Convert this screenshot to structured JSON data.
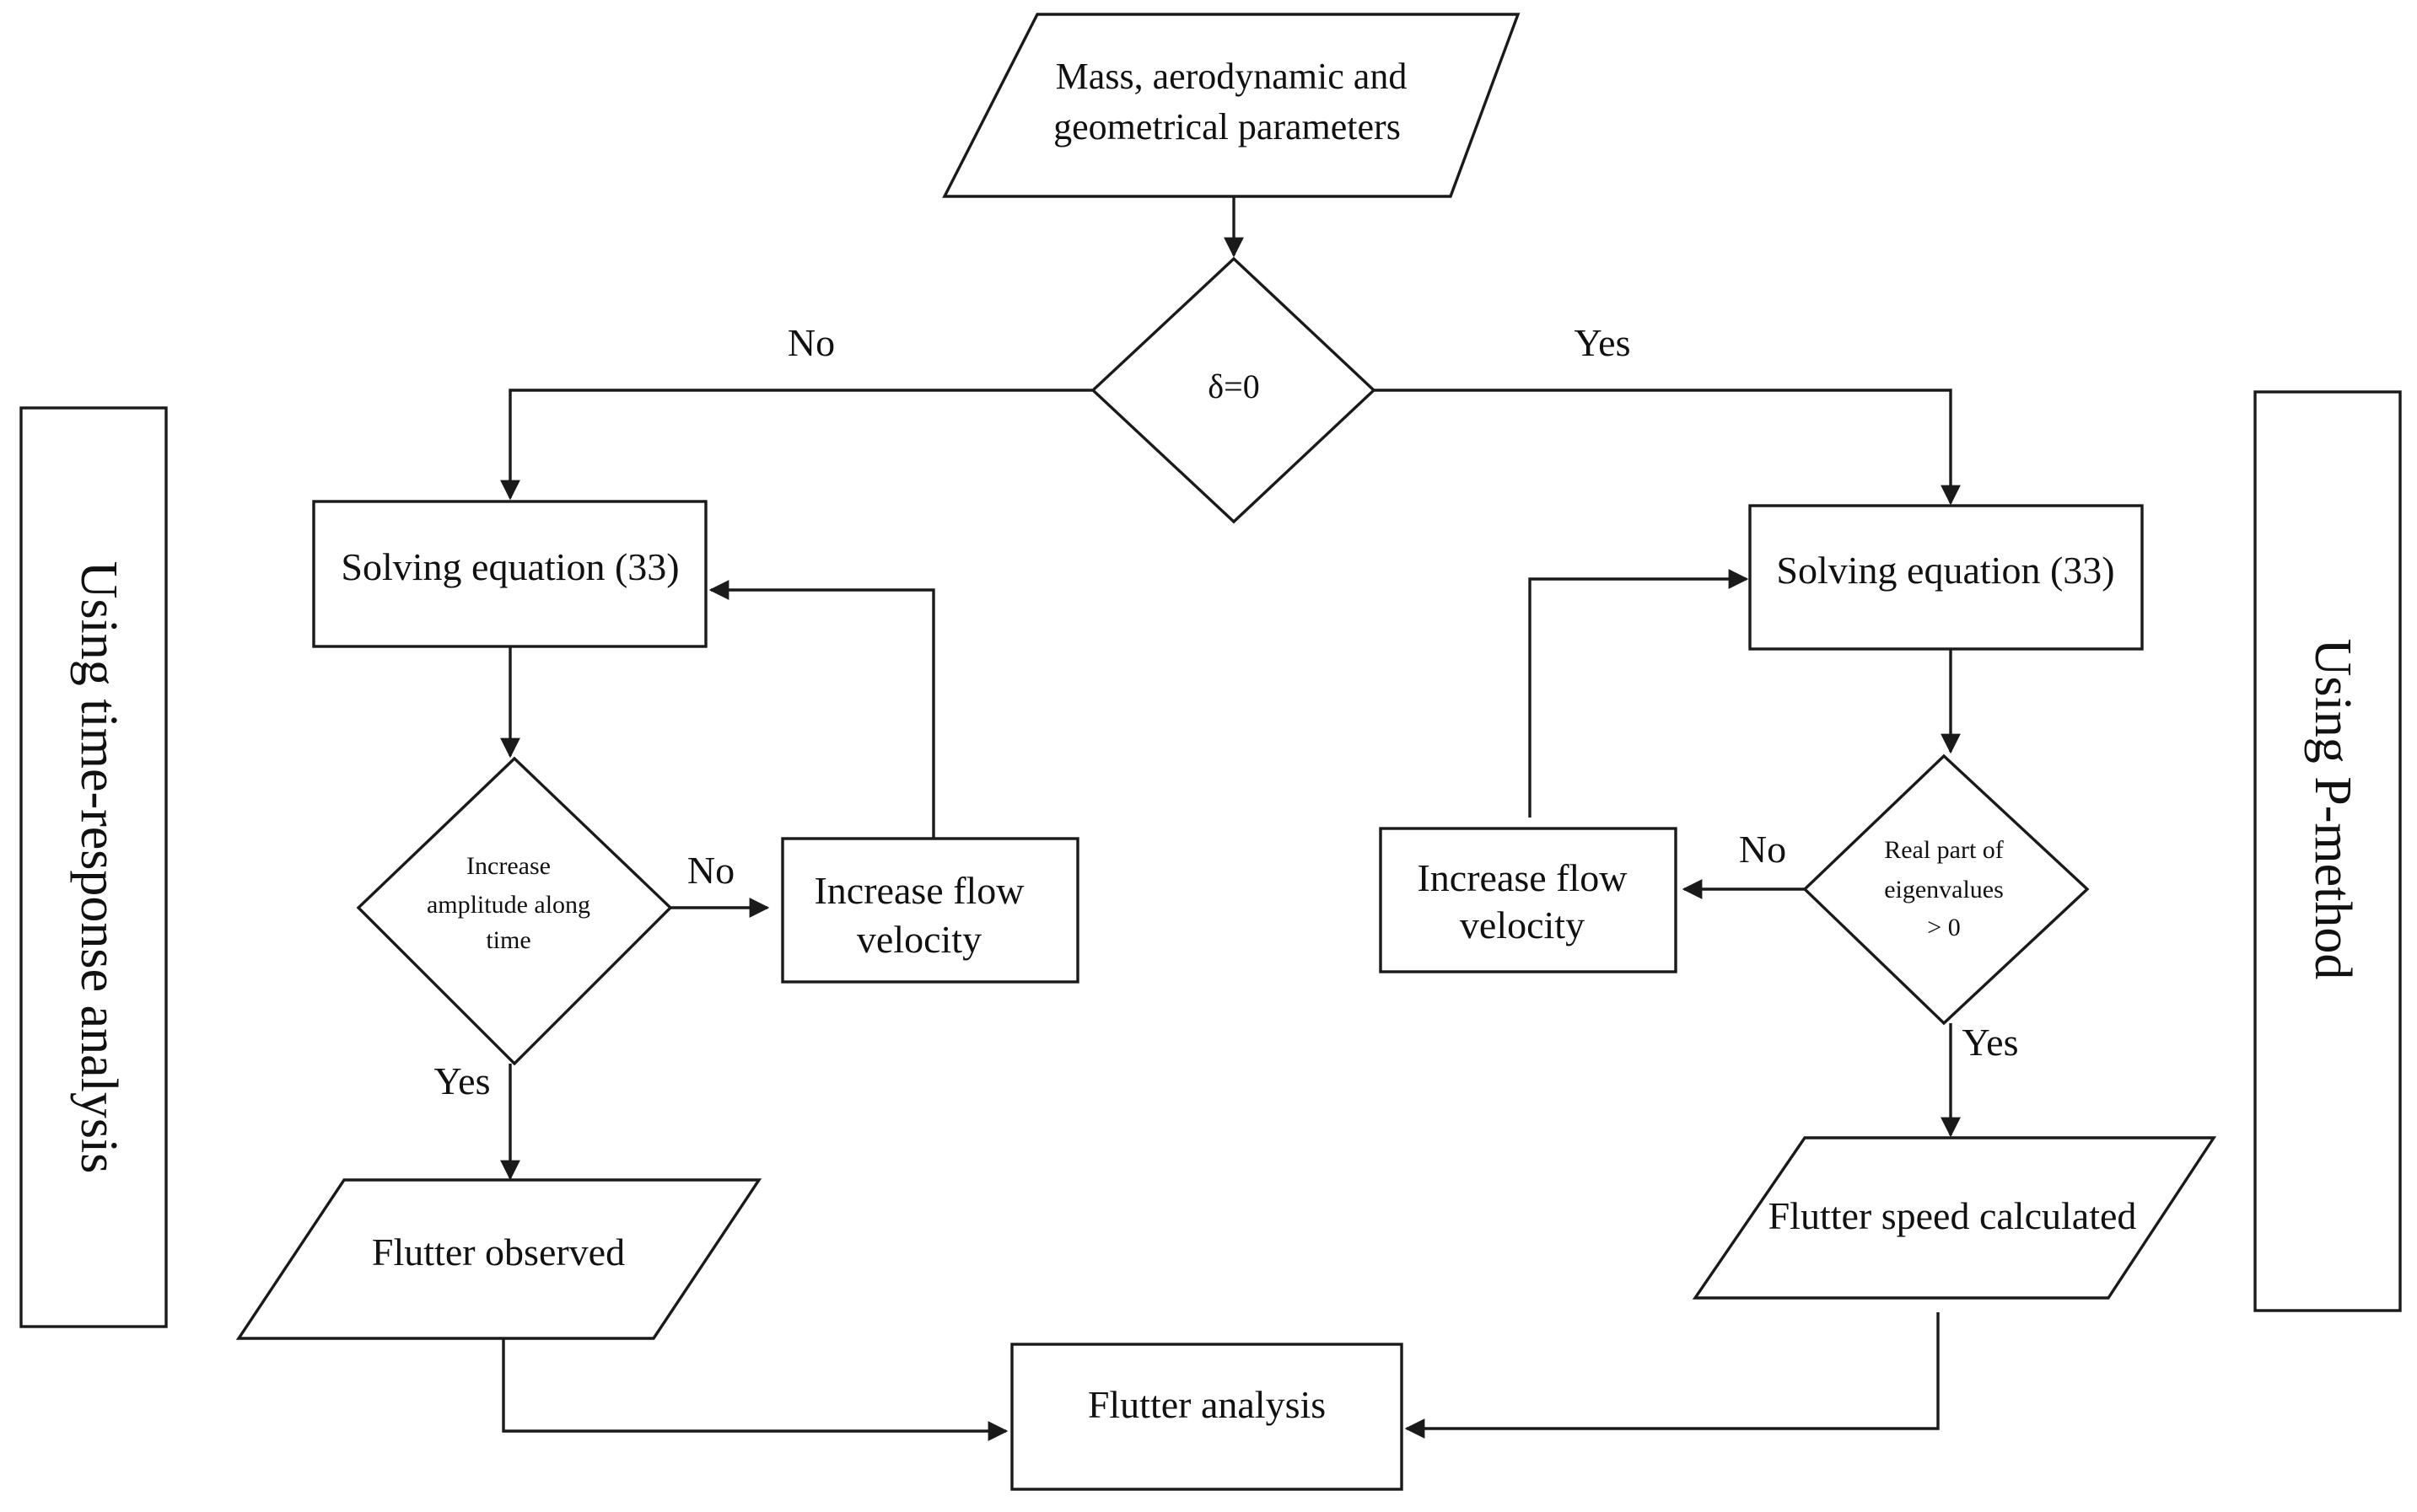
{
  "nodes": {
    "input_params": {
      "line1": "Mass, aerodynamic and",
      "line2": "geometrical parameters"
    },
    "delta_decision": {
      "label": "δ=0"
    },
    "left_solve": {
      "label": "Solving equation (33)"
    },
    "right_solve": {
      "label": "Solving equation (33)"
    },
    "left_decision": {
      "line1": "Increase",
      "line2": "amplitude along",
      "line3": "time"
    },
    "right_decision": {
      "line1": "Real part of",
      "line2": "eigenvalues",
      "line3": "> 0"
    },
    "left_increase": {
      "line1": "Increase flow",
      "line2": "velocity"
    },
    "right_increase": {
      "line1": "Increase flow",
      "line2": "velocity"
    },
    "flutter_observed": {
      "label": "Flutter observed"
    },
    "flutter_speed": {
      "label": "Flutter speed calculated"
    },
    "flutter_analysis": {
      "label": "Flutter analysis"
    }
  },
  "edge_labels": {
    "delta_no": "No",
    "delta_yes": "Yes",
    "left_no": "No",
    "left_yes": "Yes",
    "right_no": "No",
    "right_yes": "Yes"
  },
  "side_labels": {
    "left": "Using time-response analysis",
    "right": "Using P-method"
  },
  "colors": {
    "stroke": "#1a1a1a",
    "background": "#ffffff",
    "text": "#111111"
  }
}
